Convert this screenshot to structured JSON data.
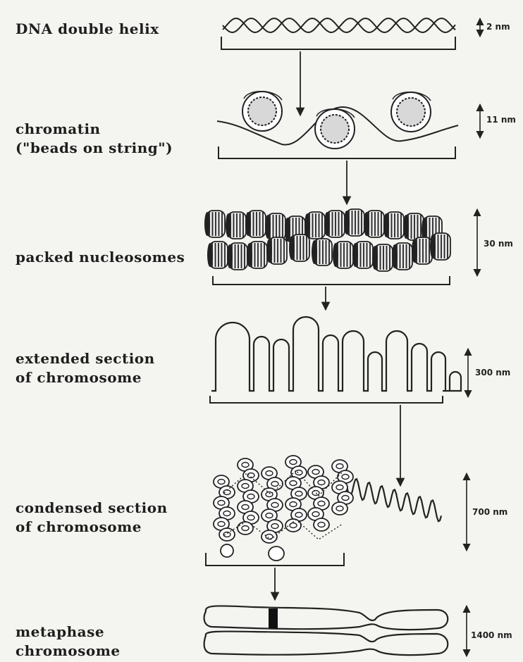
{
  "stages": [
    {
      "id": "dna",
      "label_lines": [
        "DNA double helix"
      ],
      "size": "2 nm"
    },
    {
      "id": "chromatin",
      "label_lines": [
        "chromatin",
        "(\"beads on string\")"
      ],
      "size": "11 nm"
    },
    {
      "id": "packed",
      "label_lines": [
        "packed nucleosomes"
      ],
      "size": "30 nm"
    },
    {
      "id": "extended",
      "label_lines": [
        "extended section",
        "of chromosome"
      ],
      "size": "300 nm"
    },
    {
      "id": "condensed",
      "label_lines": [
        "condensed section",
        "of chromosome"
      ],
      "size": "700 nm"
    },
    {
      "id": "metaphase",
      "label_lines": [
        "metaphase",
        "chromosome"
      ],
      "size": "1400 nm"
    }
  ]
}
